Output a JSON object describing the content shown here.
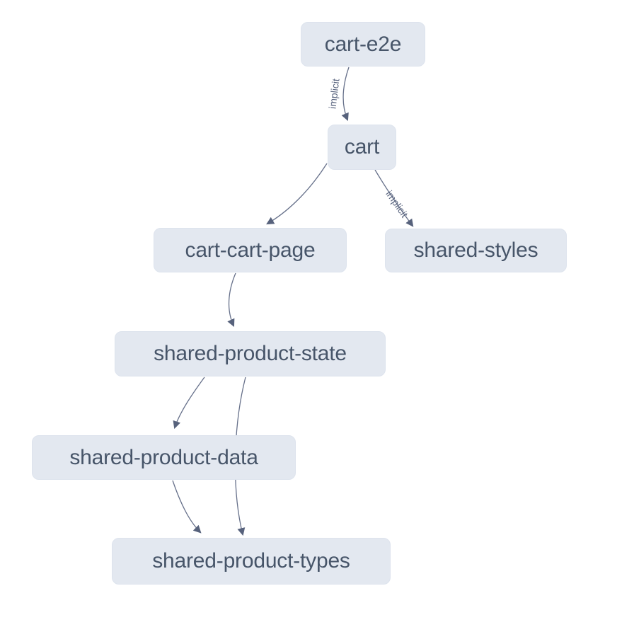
{
  "diagram": {
    "type": "dependency-graph",
    "background_color": "#ffffff",
    "node_fill_color": "#e3e8f0",
    "node_text_color": "#475569",
    "edge_color": "#66708a",
    "nodes": [
      {
        "id": "cart-e2e",
        "label": "cart-e2e"
      },
      {
        "id": "cart",
        "label": "cart"
      },
      {
        "id": "cart-cart-page",
        "label": "cart-cart-page"
      },
      {
        "id": "shared-styles",
        "label": "shared-styles"
      },
      {
        "id": "shared-product-state",
        "label": "shared-product-state"
      },
      {
        "id": "shared-product-data",
        "label": "shared-product-data"
      },
      {
        "id": "shared-product-types",
        "label": "shared-product-types"
      }
    ],
    "edges": [
      {
        "from": "cart-e2e",
        "to": "cart",
        "label": "implicit"
      },
      {
        "from": "cart",
        "to": "cart-cart-page",
        "label": ""
      },
      {
        "from": "cart",
        "to": "shared-styles",
        "label": "implicit"
      },
      {
        "from": "cart-cart-page",
        "to": "shared-product-state",
        "label": ""
      },
      {
        "from": "shared-product-state",
        "to": "shared-product-data",
        "label": ""
      },
      {
        "from": "shared-product-state",
        "to": "shared-product-types",
        "label": ""
      },
      {
        "from": "shared-product-data",
        "to": "shared-product-types",
        "label": ""
      }
    ]
  }
}
